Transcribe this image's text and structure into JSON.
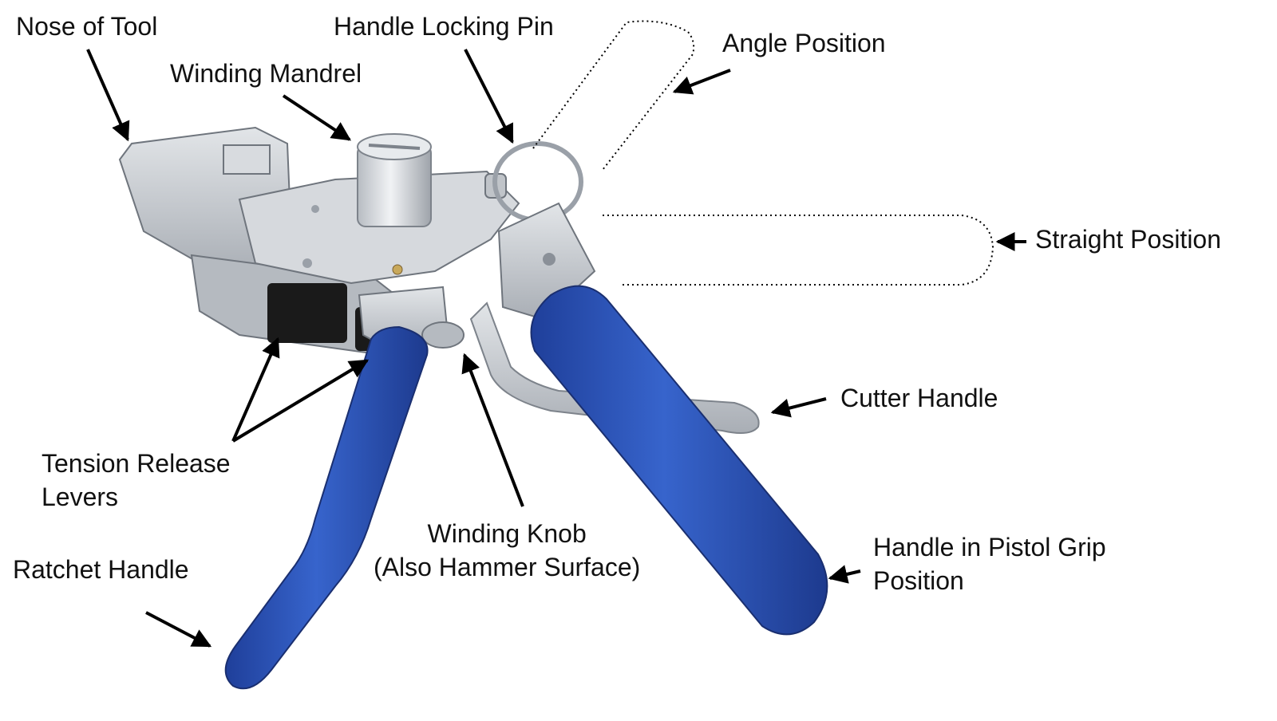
{
  "labels": {
    "nose_of_tool": "Nose of Tool",
    "handle_locking_pin": "Handle Locking Pin",
    "winding_mandrel": "Winding Mandrel",
    "angle_position": "Angle Position",
    "straight_position": "Straight Position",
    "cutter_handle": "Cutter Handle",
    "tension_release_levers": [
      "Tension Release",
      "Levers"
    ],
    "winding_knob": [
      "Winding Knob",
      "(Also Hammer Surface)"
    ],
    "handle_pistol_grip": [
      "Handle in Pistol Grip",
      "Position"
    ],
    "ratchet_handle": "Ratchet Handle"
  },
  "colors": {
    "handle_blue": "#2d55b8",
    "metal": "#c9cdd2",
    "dark_metal": "#9aa0a8",
    "black_part": "#1a1a1a",
    "text": "#111111"
  }
}
